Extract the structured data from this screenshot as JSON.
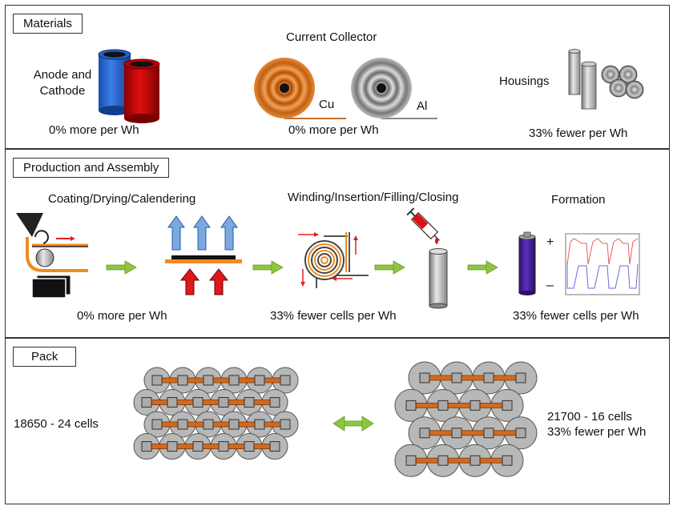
{
  "materials": {
    "title": "Materials",
    "anode_cathode_label": "Anode and\nCathode",
    "anode_cathode_note": "0% more per Wh",
    "current_collector_label": "Current Collector",
    "cu_label": "Cu",
    "al_label": "Al",
    "current_collector_note": "0% more per Wh",
    "housings_label": "Housings",
    "housings_note": "33% fewer per Wh"
  },
  "production": {
    "title": "Production and Assembly",
    "coating_label": "Coating/Drying/Calendering",
    "coating_note": "0% more per Wh",
    "winding_label": "Winding/Insertion/Filling/Closing",
    "winding_note": "33% fewer cells per Wh",
    "formation_label": "Formation",
    "formation_note": "33% fewer cells per Wh",
    "plus": "+",
    "minus": "–"
  },
  "pack": {
    "title": "Pack",
    "left_label": "18650 - 24 cells",
    "right_label_1": "21700 - 16 cells",
    "right_label_2": "33% fewer per Wh"
  },
  "colors": {
    "arrow_green": "#8ec63f",
    "copper": "#d2691e",
    "steel": "#9a9a9a",
    "red": "#e02020",
    "blue": "#7aa8e0",
    "purple": "#4b2aa0"
  }
}
